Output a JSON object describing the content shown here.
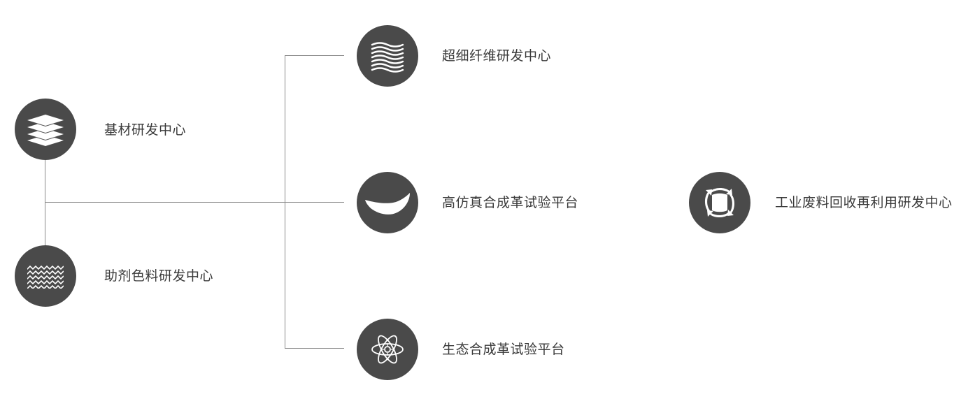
{
  "nodes": {
    "base_material": {
      "label": "基材研发中心",
      "icon": "layers-icon"
    },
    "additive_dye": {
      "label": "助剂色料研发中心",
      "icon": "weave-pattern-icon"
    },
    "microfiber": {
      "label": "超细纤维研发中心",
      "icon": "wavy-fibers-icon"
    },
    "hi_sim_leather": {
      "label": "高仿真合成革试验平台",
      "icon": "leaf-curve-icon"
    },
    "eco_leather": {
      "label": "生态合成革试验平台",
      "icon": "atom-icon"
    },
    "waste_recycle": {
      "label": "工业废料回收再利用研发中心",
      "icon": "recycle-arrows-icon"
    }
  },
  "colors": {
    "node_fill": "#4a4a4a",
    "connector": "#8a8a8a",
    "label_text": "#3a3a3a"
  }
}
